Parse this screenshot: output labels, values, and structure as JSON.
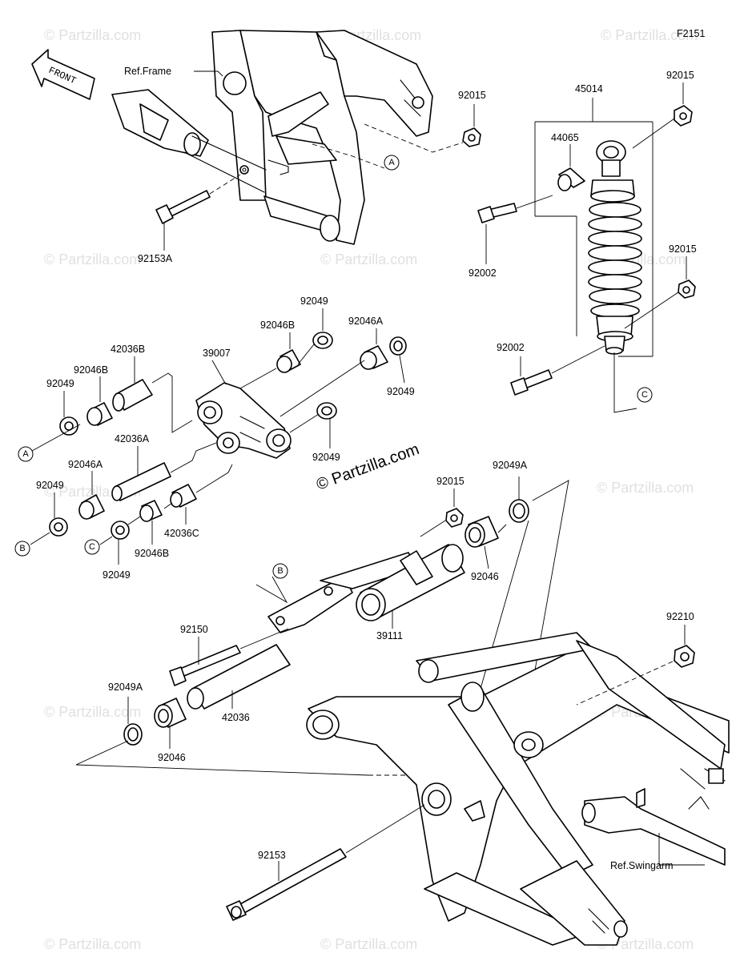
{
  "figure_code": "F2151",
  "front_arrow_label": "FRONT",
  "watermark": "© Partzilla.com",
  "center_watermark": "© Partzilla.com",
  "refs": {
    "frame": "Ref.Frame",
    "swingarm": "Ref.Swingarm"
  },
  "ref_markers": {
    "A": "A",
    "B": "B",
    "C": "C"
  },
  "part_numbers": {
    "p92015_top": "92015",
    "p45014": "45014",
    "p92015_shock_top": "92015",
    "p44065": "44065",
    "p92002_top": "92002",
    "p92015_shock_bottom": "92015",
    "p92002_bottom": "92002",
    "p92153A": "92153A",
    "p92049_top": "92049",
    "p92046B_top": "92046B",
    "p92046A_top": "92046A",
    "p92049_right": "92049",
    "p39007": "39007",
    "p42036B": "42036B",
    "p92046B_left": "92046B",
    "p92049_left": "92049",
    "p92049_mid": "92049",
    "p42036A": "42036A",
    "p92046A_left": "92046A",
    "p92049_leftlow": "92049",
    "p42036C": "42036C",
    "p92046B_low": "92046B",
    "p92049_low": "92049",
    "p92015_mid": "92015",
    "p92049A_top": "92049A",
    "p92046_mid": "92046",
    "p39111": "39111",
    "p92150": "92150",
    "p92049A_low": "92049A",
    "p42036": "42036",
    "p92046_low": "92046",
    "p92210": "92210",
    "p92153": "92153"
  }
}
